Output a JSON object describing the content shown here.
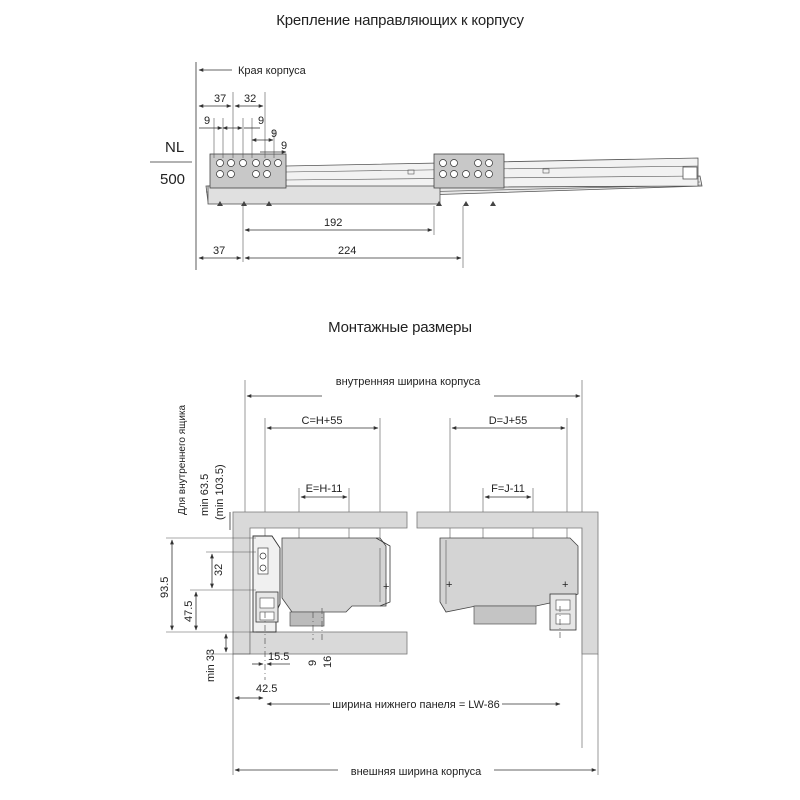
{
  "titles": {
    "top": "Крепление направляющих к корпусу",
    "bottom": "Монтажные размеры"
  },
  "top_diagram": {
    "cabinet_edge_label": "Края корпуса",
    "nl_label": "NL",
    "nl_value": "500",
    "dims": {
      "d37_top": "37",
      "d32": "32",
      "d9_a": "9",
      "d9_b": "9",
      "d9_c": "9",
      "d9_d": "9",
      "d192": "192",
      "d37_bottom": "37",
      "d224": "224"
    }
  },
  "bottom_diagram": {
    "inner_width_label": "внутренняя ширина корпуса",
    "outer_width_label": "внешняя ширина корпуса",
    "bottom_panel_label": "ширина нижнего панеля = LW-86",
    "c_label": "C=H+55",
    "d_label": "D=J+55",
    "e_label": "E=H-11",
    "f_label": "F=J-11",
    "inner_box_label": "Для внутреннего ящика",
    "min_63": "min 63.5",
    "min_103": "(min 103.5)",
    "d93": "93.5",
    "d47": "47.5",
    "d32": "32",
    "min_33": "min 33",
    "d15": "15.5",
    "d9": "9",
    "d16": "16",
    "d42": "42.5"
  },
  "colors": {
    "line": "#333333",
    "panel_fill": "#d9d9d9",
    "drawer_fill": "#d4d4d4",
    "rail_fill": "#e8e8e8",
    "block_fill": "#c8c8c8"
  }
}
